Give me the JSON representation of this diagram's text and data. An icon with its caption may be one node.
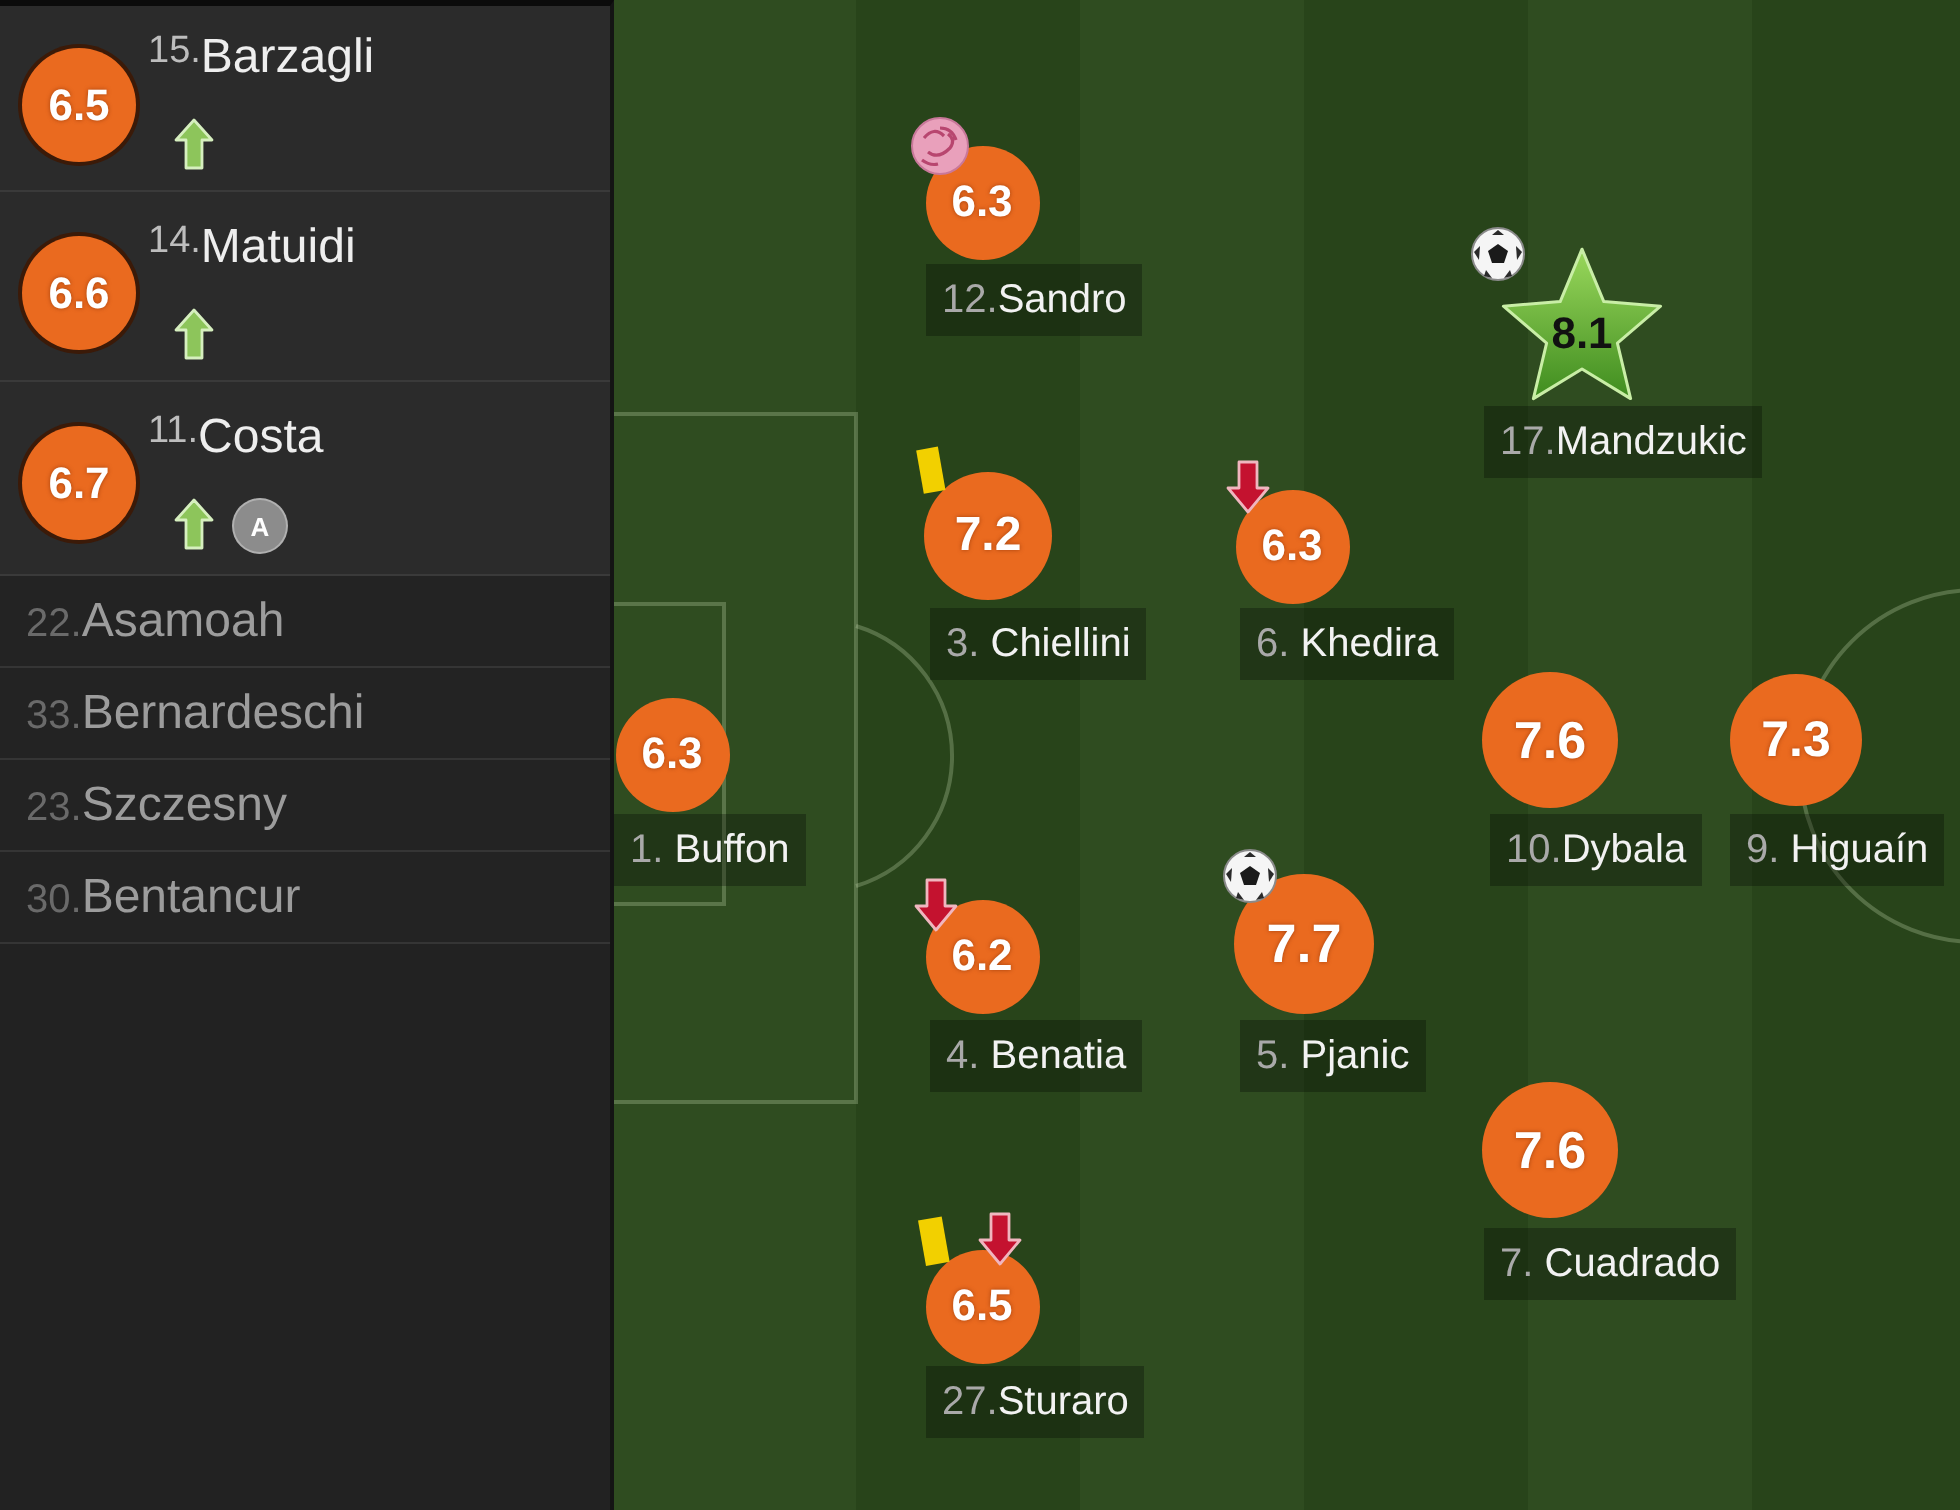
{
  "diagram": {
    "nodes": [
      {
        "text": [
          "15.Barzagli"
        ]
      },
      {
        "text": [
          "6.5"
        ],
        "in": 0
      },
      {
        "text": [
          "14.Matuidi"
        ]
      },
      {
        "text": [
          "6.6"
        ],
        "in": 2
      },
      {
        "text": [
          "11.Costa"
        ]
      },
      {
        "text": [
          "6.7"
        ],
        "in": 4
      },
      {
        "text": [
          "A"
        ],
        "in": 4
      },
      {
        "text": [
          "22.Asamoah"
        ]
      },
      {
        "text": [
          "33.Bernardeschi"
        ]
      },
      {
        "text": [
          "23.Szczesny"
        ]
      },
      {
        "text": [
          "30.Bentancur"
        ]
      },
      {
        "text": [
          "6.3"
        ],
        "beside": [
          "12.Sandro"
        ]
      },
      {
        "text": [
          "8.1"
        ],
        "beside": [
          "17.Mandzukic"
        ]
      },
      {
        "text": [
          "7.2"
        ],
        "beside": [
          "3. Chiellini"
        ]
      },
      {
        "text": [
          "6.3"
        ],
        "beside": [
          "6. Khedira"
        ]
      },
      {
        "text": [
          "6.3"
        ],
        "beside": [
          "1. Buffon"
        ]
      },
      {
        "text": [
          "7.6"
        ],
        "beside": [
          "10.Dybala"
        ]
      },
      {
        "text": [
          "7.3"
        ],
        "beside": [
          "9. Higuaín"
        ]
      },
      {
        "text": [
          "6.2"
        ],
        "beside": [
          "4. Benatia"
        ]
      },
      {
        "text": [
          "7.7"
        ],
        "beside": [
          "5. Pjanic"
        ]
      },
      {
        "text": [
          "7.6"
        ],
        "beside": [
          "7. Cuadrado"
        ]
      },
      {
        "text": [
          "6.5"
        ],
        "beside": [
          "27.Sturaro"
        ]
      }
    ]
  }
}
